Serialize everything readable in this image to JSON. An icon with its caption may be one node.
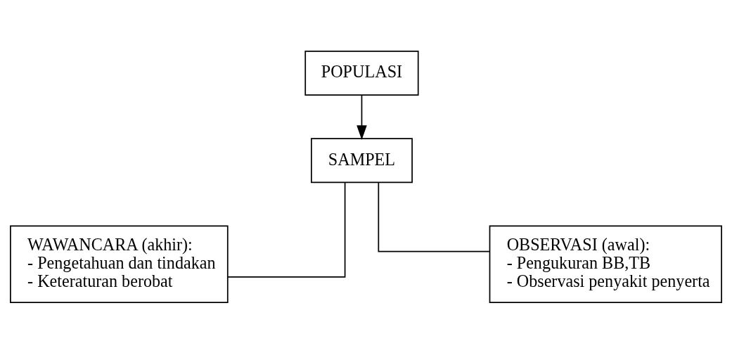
{
  "diagram": {
    "nodes": [
      {
        "text": [
          "POPULASI"
        ]
      },
      {
        "text": [
          "SAMPEL"
        ]
      },
      {
        "text": [
          "WAWANCARA (akhir):",
          "- Pengetahuan dan tindakan",
          "- Keteraturan berobat"
        ]
      },
      {
        "text": [
          "OBSERVASI (awal):",
          "- Pengukuran BB,TB",
          "- Observasi penyakit penyerta"
        ]
      }
    ],
    "edges": [
      {
        "from": 0,
        "to": 1,
        "arrow": "to"
      },
      {
        "from": 1,
        "to": 2,
        "arrow": "none"
      },
      {
        "from": 1,
        "to": 3,
        "arrow": "none"
      }
    ]
  }
}
